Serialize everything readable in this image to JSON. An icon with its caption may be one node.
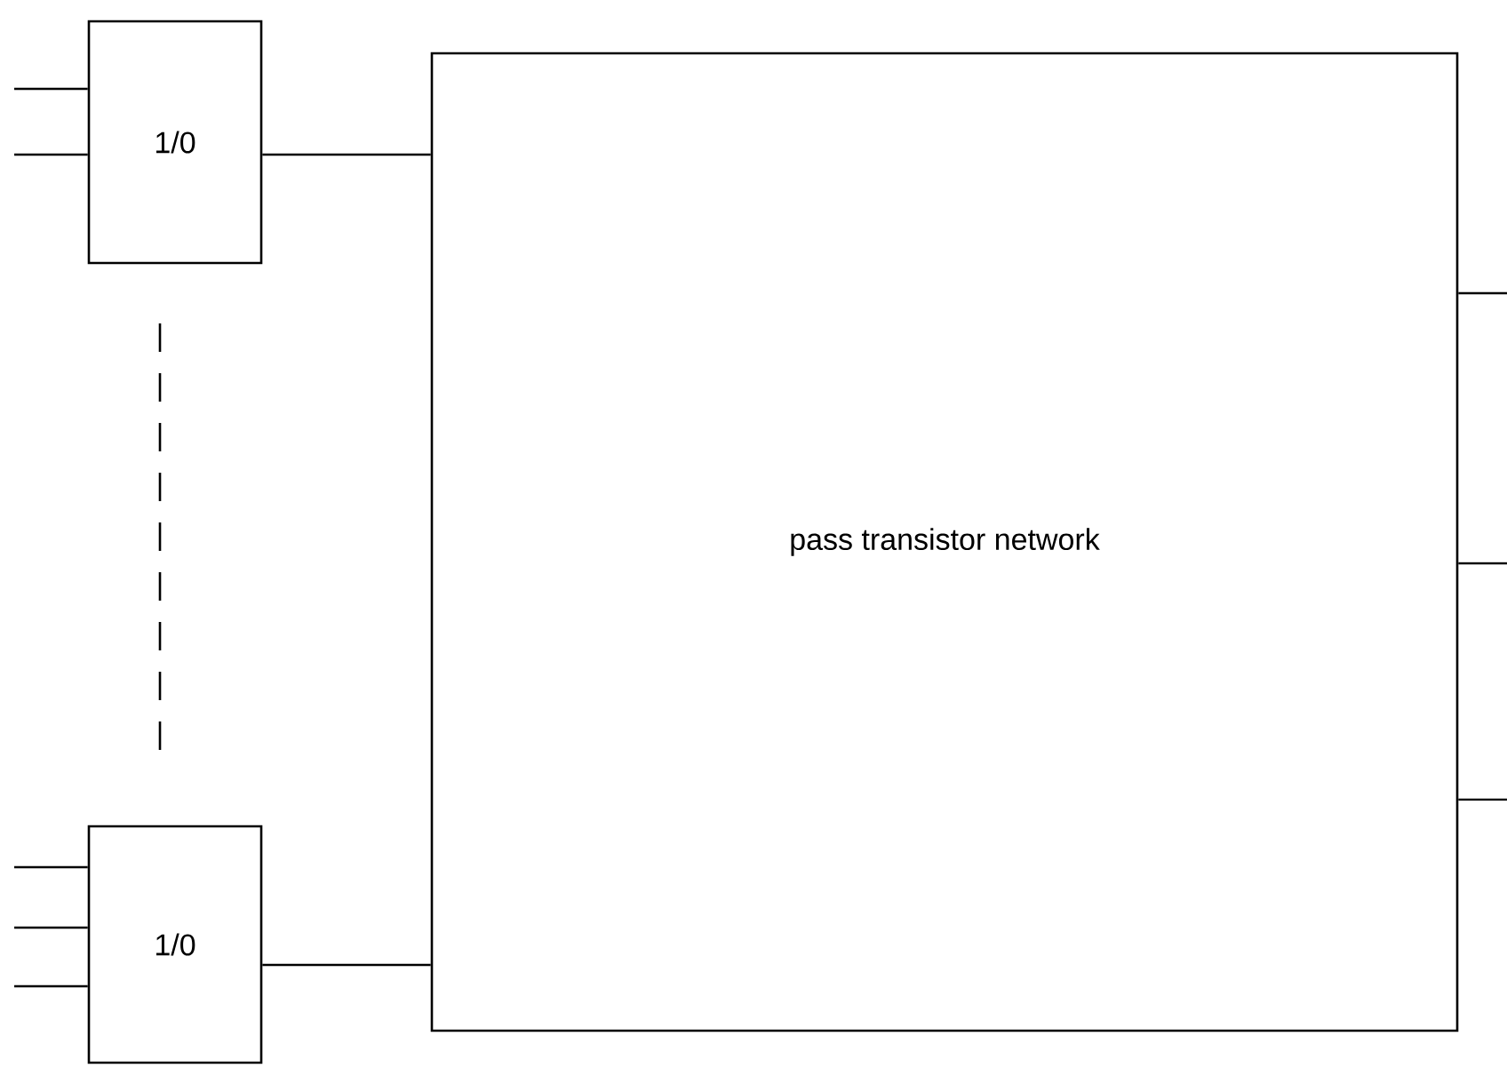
{
  "diagram": {
    "nodes": [
      {
        "text": [
          "1/0"
        ]
      },
      {
        "text": [
          "1/0"
        ]
      },
      {
        "text": [
          "pass transistor network"
        ]
      }
    ],
    "edges": [
      {
        "from": 0,
        "to": 2,
        "arrow": "none"
      },
      {
        "from": 1,
        "to": 2,
        "arrow": "none"
      },
      {
        "from": null,
        "to": 0,
        "arrow": "none"
      },
      {
        "from": null,
        "to": 0,
        "arrow": "none"
      },
      {
        "from": null,
        "to": 1,
        "arrow": "none"
      },
      {
        "from": null,
        "to": 1,
        "arrow": "none"
      },
      {
        "from": null,
        "to": 1,
        "arrow": "none"
      },
      {
        "from": 2,
        "to": null,
        "arrow": "none"
      },
      {
        "from": 2,
        "to": null,
        "arrow": "none"
      },
      {
        "from": 2,
        "to": null,
        "arrow": "none"
      }
    ]
  }
}
